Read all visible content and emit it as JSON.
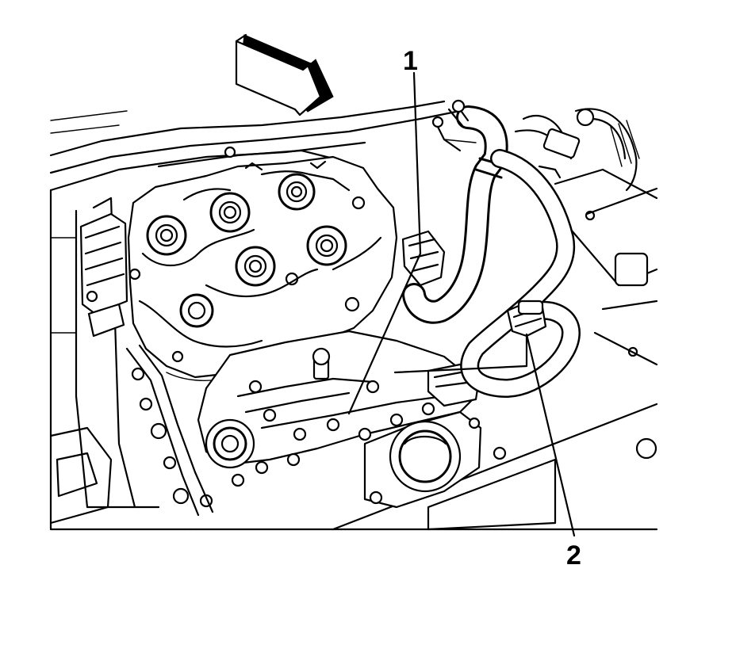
{
  "diagram": {
    "callouts": [
      {
        "id": "1",
        "label": "1"
      },
      {
        "id": "2",
        "label": "2"
      }
    ],
    "direction_arrow": "front-of-vehicle-arrow",
    "colors": {
      "line": "#000000",
      "background": "#ffffff"
    }
  }
}
